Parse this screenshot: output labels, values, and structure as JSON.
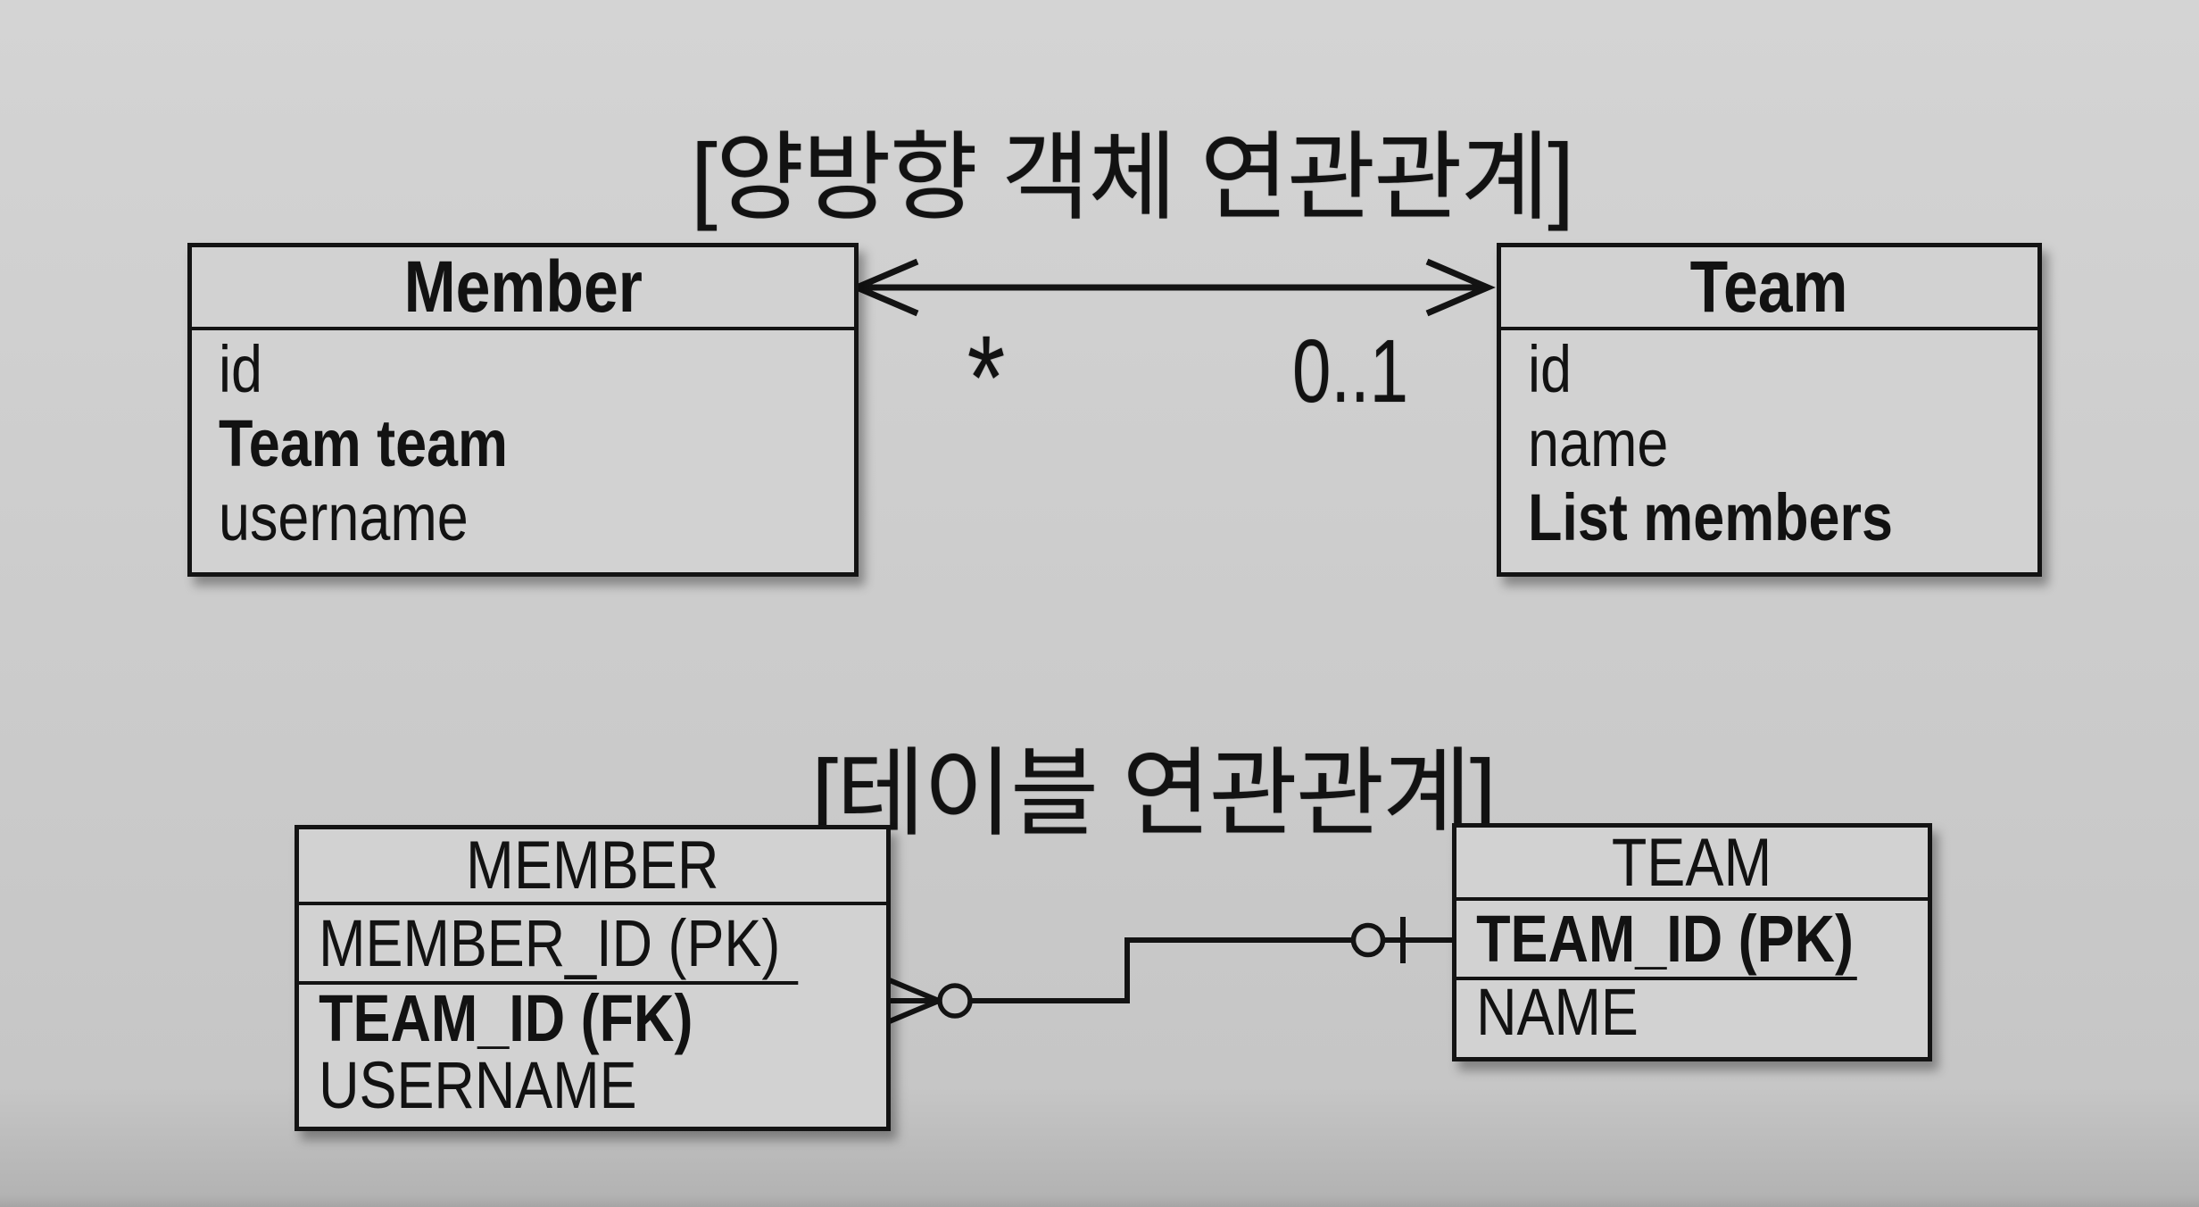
{
  "object_association": {
    "title": "[양방향 객체 연관관계]",
    "member_class": {
      "name": "Member",
      "fields": [
        "id",
        "Team team",
        "username"
      ]
    },
    "team_class": {
      "name": "Team",
      "fields": [
        "id",
        "name",
        "List members"
      ]
    },
    "member_multiplicity": "*",
    "team_multiplicity": "0..1"
  },
  "table_association": {
    "title": "[테이블 연관관계]",
    "member_table": {
      "name": "MEMBER",
      "key_column": "MEMBER_ID (PK)",
      "columns": [
        "TEAM_ID (FK)",
        "USERNAME"
      ]
    },
    "team_table": {
      "name": "TEAM",
      "key_column": "TEAM_ID (PK)",
      "columns": [
        "NAME"
      ]
    },
    "member_end": "many-optional",
    "team_end": "one-optional"
  },
  "colors": {
    "background": "#cdcdcd",
    "box_fill": "#d2d2d2",
    "line": "#131313",
    "text": "#121212"
  }
}
